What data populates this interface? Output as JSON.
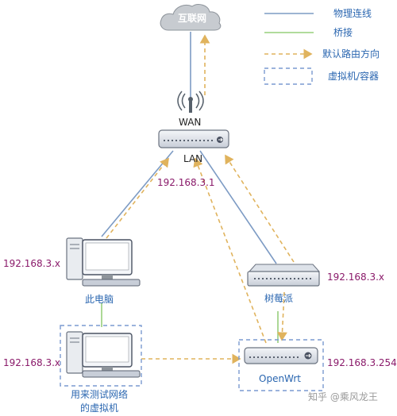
{
  "cloud": {
    "label": "互联网"
  },
  "router": {
    "wan_label": "WAN",
    "lan_label": "LAN",
    "ip": "192.168.3.1"
  },
  "pc": {
    "label": "此电脑",
    "ip": "192.168.3.x"
  },
  "vm": {
    "label_line1": "用来测试网络",
    "label_line2": "的虚拟机",
    "ip": "192.168.3.x"
  },
  "raspberry": {
    "label": "树莓派",
    "ip": "192.168.3.x"
  },
  "openwrt": {
    "label": "OpenWrt",
    "ip": "192.168.3.254"
  },
  "legend": {
    "physical": "物理连线",
    "bridge": "桥接",
    "default_route": "默认路由方向",
    "vm_container": "虚拟机/容器"
  },
  "watermark": "知乎 @乘风龙王",
  "colors": {
    "physical_line": "#7d9bc4",
    "bridge_line": "#97cf7c",
    "route_arrow": "#e0b35d",
    "vm_border": "#7a9ad0",
    "ip_text": "#8a1a6a",
    "device_label": "#2a66b0"
  }
}
